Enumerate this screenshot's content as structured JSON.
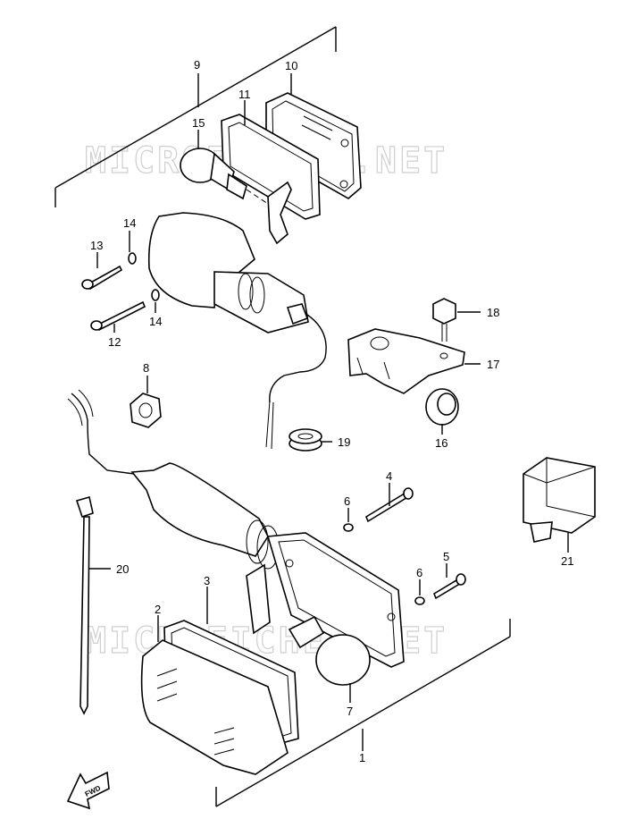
{
  "watermarks": [
    "MICROFICHES.NET",
    "MICROFICHES.NET"
  ],
  "fwd_label": "FWD",
  "callouts": {
    "c1": "1",
    "c2": "2",
    "c3": "3",
    "c4": "4",
    "c5": "5",
    "c6a": "6",
    "c6b": "6",
    "c7": "7",
    "c8": "8",
    "c9": "9",
    "c10": "10",
    "c11": "11",
    "c12": "12",
    "c13": "13",
    "c14a": "14",
    "c14b": "14",
    "c15": "15",
    "c16": "16",
    "c17": "17",
    "c18": "18",
    "c19": "19",
    "c20": "20",
    "c21": "21"
  }
}
